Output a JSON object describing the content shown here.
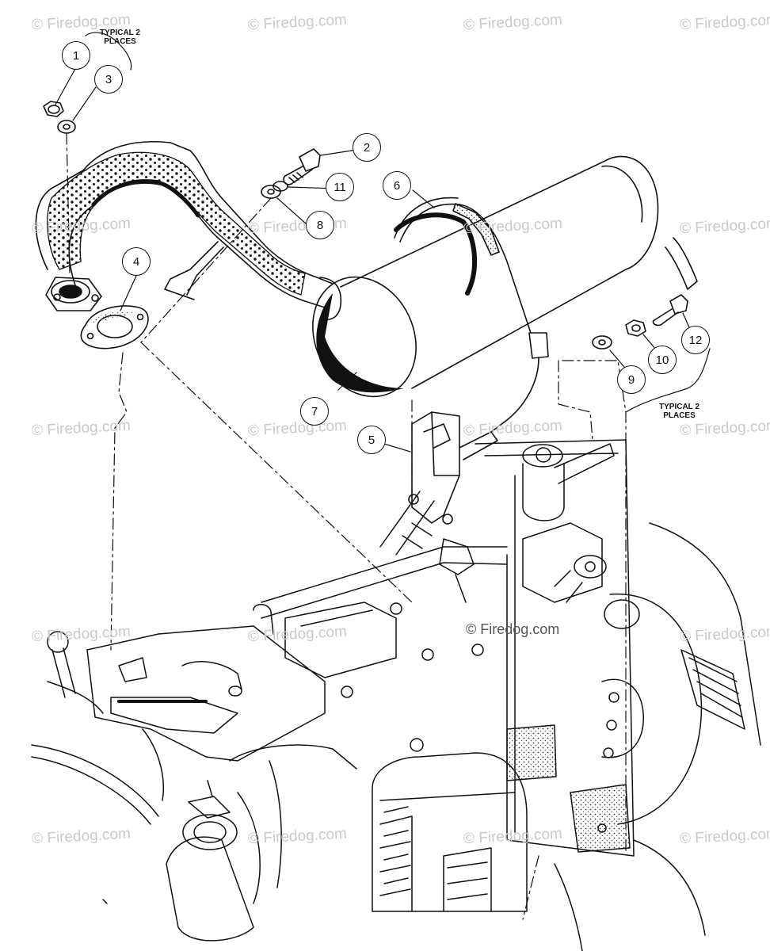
{
  "watermark": "© Firedog.com",
  "center_watermark": "© Firedog.com",
  "notes": {
    "typical_top": "TYPICAL 2\nPLACES",
    "typical_right": "TYPICAL 2\nPLACES"
  },
  "callouts": [
    "1",
    "2",
    "3",
    "4",
    "5",
    "6",
    "7",
    "8",
    "9",
    "10",
    "11",
    "12"
  ],
  "colors": {
    "line": "#111111",
    "watermark": "#c9c9c9"
  }
}
